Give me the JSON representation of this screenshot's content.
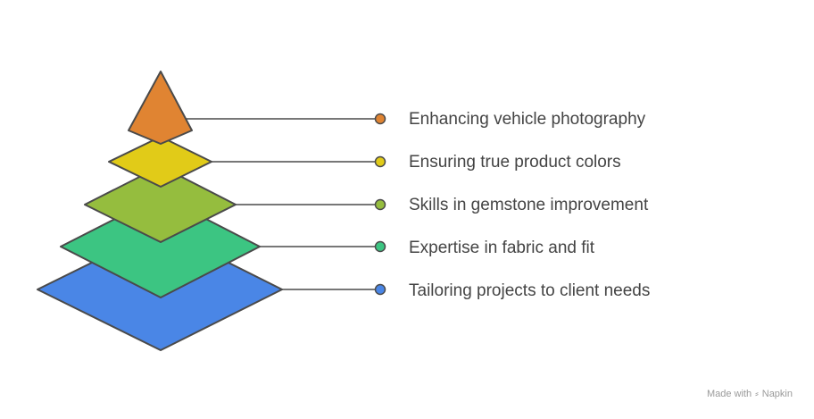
{
  "diagram": {
    "type": "stacked-pyramid",
    "layers": [
      {
        "label": "Enhancing vehicle photography",
        "color": "#E08432"
      },
      {
        "label": "Ensuring true product colors",
        "color": "#E1CB18"
      },
      {
        "label": "Skills in gemstone improvement",
        "color": "#95BD3E"
      },
      {
        "label": "Expertise in fabric and fit",
        "color": "#3CC582"
      },
      {
        "label": "Tailoring projects to client needs",
        "color": "#4A86E6"
      }
    ],
    "outline_color": "#4A4A4A"
  },
  "watermark": {
    "made_with": "Made with",
    "brand": "Napkin",
    "icon": "napkin-logo-icon"
  }
}
